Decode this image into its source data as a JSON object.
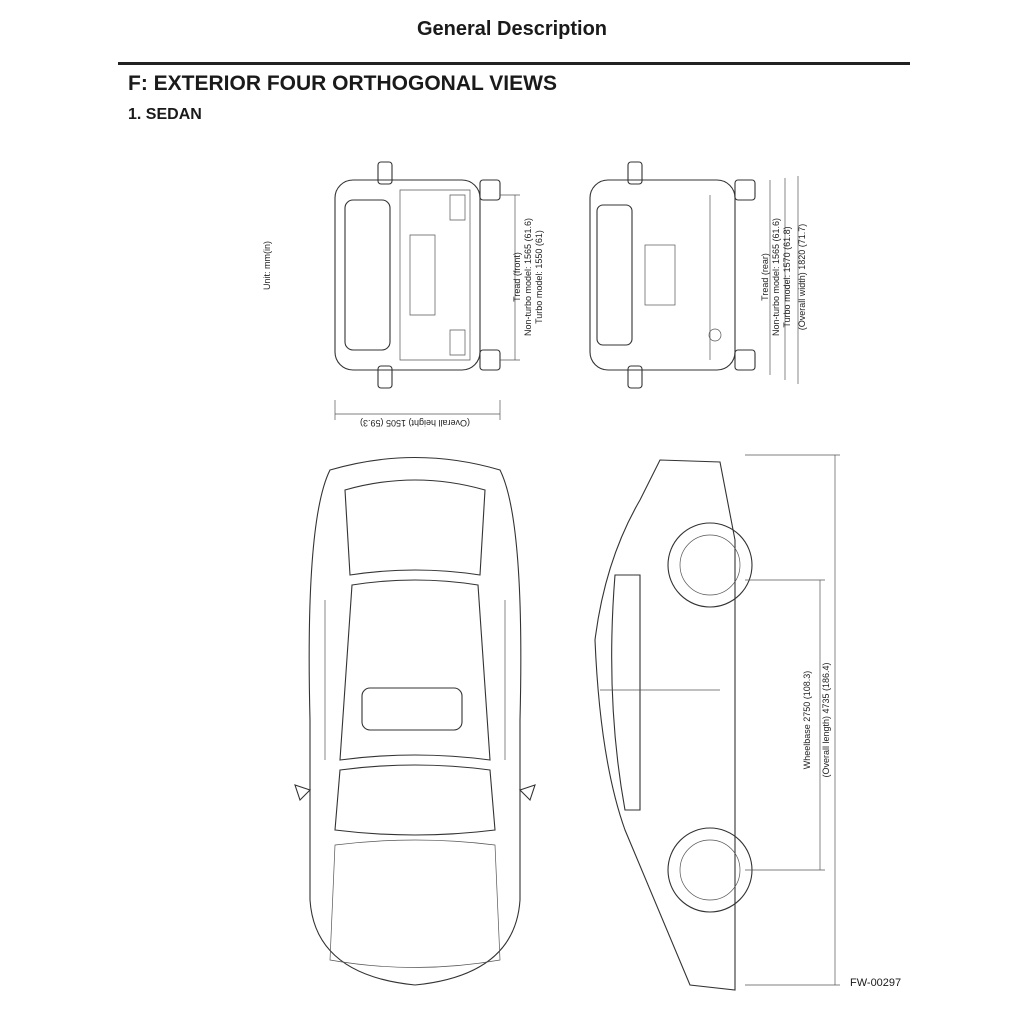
{
  "header": {
    "title": "General Description"
  },
  "section": {
    "title": "F:  EXTERIOR FOUR ORTHOGONAL VIEWS",
    "subtitle": "1.  SEDAN"
  },
  "figure": {
    "unit": "Unit: mm(in)",
    "front": {
      "line1": "Tread (front)",
      "line2": "Non-turbo model: 1565 (61.6)",
      "line3": "Turbo model: 1550 (61)"
    },
    "rear": {
      "line1": "Tread (rear)",
      "line2": "Non-turbo model: 1565 (61.6)",
      "line3": "Turbo model: 1570 (61.8)",
      "line4": "(Overall width) 1820 (71.7)"
    },
    "height": "(Overall height) 1505 (59.3)",
    "wheelbase": "Wheelbase 2750  (108.3)",
    "length": "(Overall length) 4735 (186.4)",
    "code": "FW-00297"
  }
}
